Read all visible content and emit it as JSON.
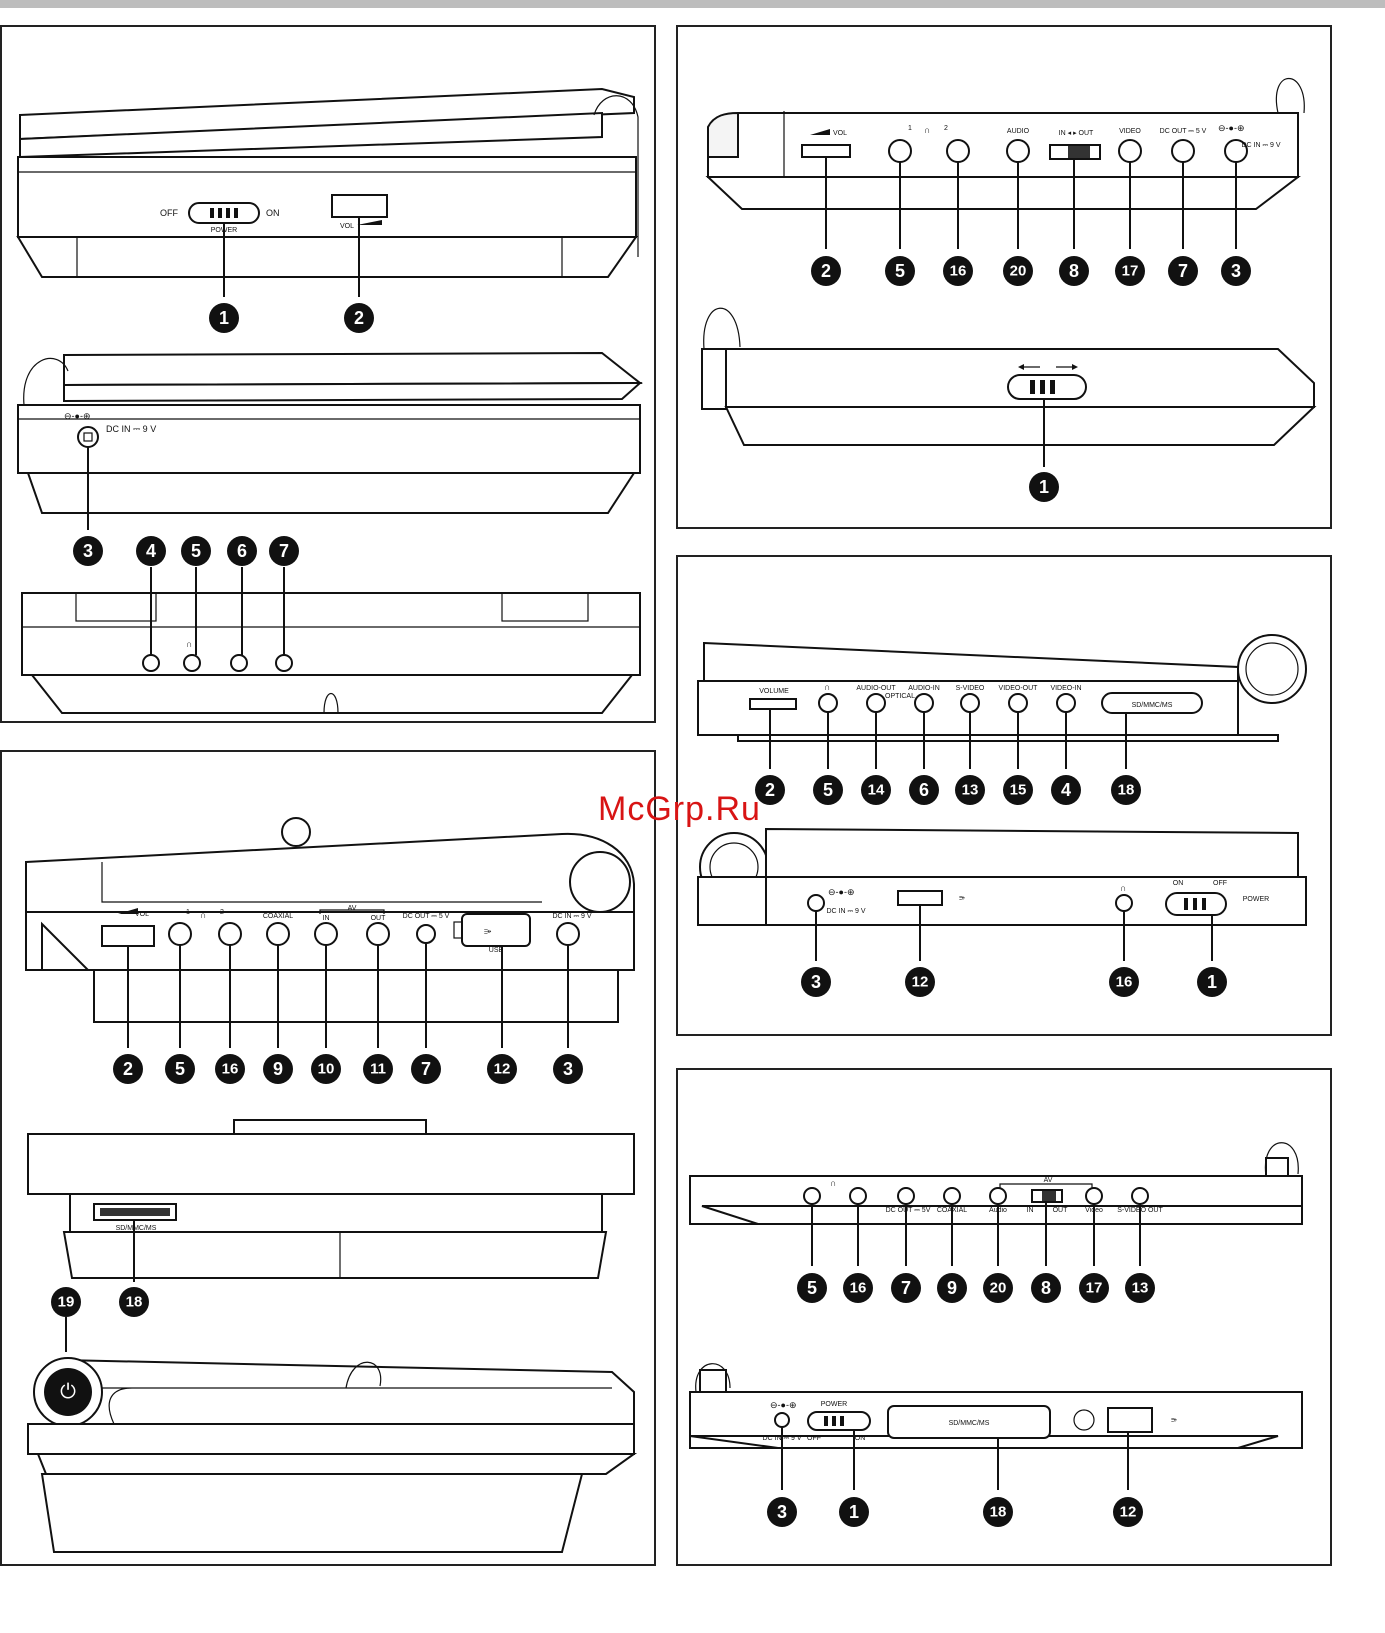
{
  "watermark": "McGrp.Ru",
  "labels": {
    "off": "OFF",
    "on": "ON",
    "power": "POWER",
    "vol": "VOL",
    "volume": "VOLUME",
    "dc_in_9v": "DC IN ⎓ 9 V",
    "dc_out_5v": "DC OUT ⎓ 5 V",
    "audio": "AUDIO",
    "in_out": "IN ◂ ▸ OUT",
    "video": "VIDEO",
    "coaxial": "COAXIAL",
    "av": "AV",
    "in": "IN",
    "out": "OUT",
    "usb": "USB",
    "sd_mmc_ms": "SD/MMC/MS",
    "audio_out": "AUDIO-OUT",
    "optical": "OPTICAL",
    "audio_in": "AUDIO-IN",
    "s_video": "S-VIDEO",
    "video_out": "VIDEO-OUT",
    "video_in": "VIDEO-IN",
    "s_video_out": "S-VIDEO OUT",
    "audio_lc": "Audio",
    "video_lc": "Video",
    "dc_out_5v_b": "DC OUT ⎓ 5V",
    "hp1": "1",
    "hp2": "2"
  },
  "panels": {
    "p1": {
      "top_numbers": [
        "1",
        "2"
      ],
      "mid_numbers": [
        "3",
        "4",
        "5",
        "6",
        "7"
      ]
    },
    "p2": {
      "numbers": [
        "2",
        "5",
        "16",
        "20",
        "8",
        "17",
        "7",
        "3"
      ],
      "bottom_numbers": [
        "1"
      ]
    },
    "p3": {
      "numbers": [
        "2",
        "5",
        "16",
        "9",
        "10",
        "11",
        "7",
        "12",
        "3"
      ],
      "mid_numbers": [
        "19",
        "18"
      ]
    },
    "p4": {
      "numbers": [
        "2",
        "5",
        "14",
        "6",
        "13",
        "15",
        "4",
        "18"
      ],
      "bottom_numbers": [
        "3",
        "12",
        "16",
        "1"
      ]
    },
    "p5": {
      "numbers": [
        "5",
        "16",
        "7",
        "9",
        "20",
        "8",
        "17",
        "13"
      ],
      "bottom_numbers": [
        "3",
        "1",
        "18",
        "12"
      ]
    }
  }
}
